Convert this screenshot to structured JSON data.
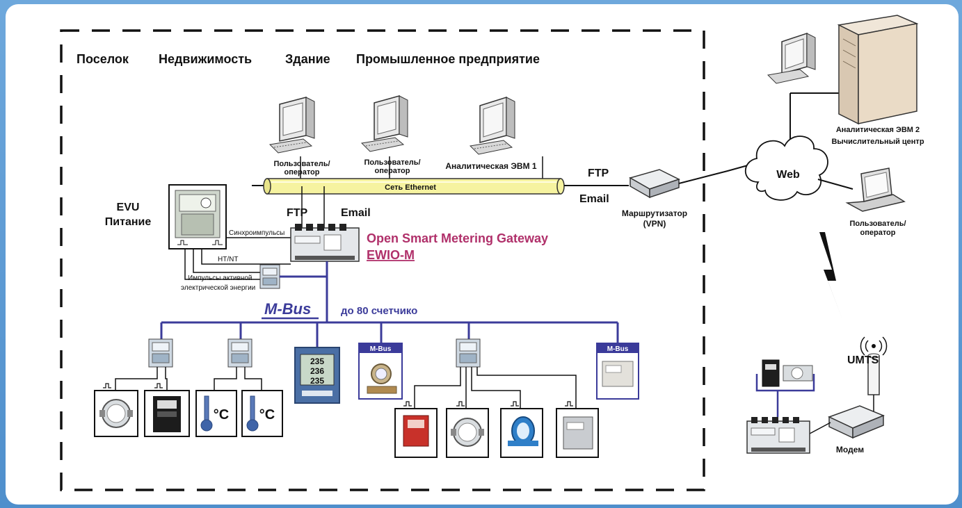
{
  "header": {
    "items": [
      "Поселок",
      "Недвижимость",
      "Здание",
      "Промышленное предприятие"
    ]
  },
  "evu": {
    "line1": "EVU",
    "line2": "Питание"
  },
  "workstations": [
    {
      "label_l1": "Пользователь/",
      "label_l2": "оператор"
    },
    {
      "label_l1": "Пользователь/",
      "label_l2": "оператор"
    },
    {
      "label": "Аналитическая ЭВМ 1"
    }
  ],
  "ethernet_label": "Сеть Ethernet",
  "gateway": {
    "ftp": "FTP",
    "email": "Email",
    "title": "Open Smart Metering Gateway",
    "model": "EWIO-M",
    "accent": "#b0306a"
  },
  "signals": {
    "sync": "Синхроимпульсы",
    "htnt": "HT/NT",
    "pulses_l1": "Импульсы активной",
    "pulses_l2": "электрической энергии"
  },
  "bus": {
    "logo": "M-Bus",
    "note": "до 80 счетчико",
    "color": "#3b3b9a",
    "tag": "M-Bus"
  },
  "meters": {
    "temp_unit": "°C",
    "lcd": [
      "235",
      "236",
      "235"
    ]
  },
  "router": {
    "ftp": "FTP",
    "email": "Email",
    "label_l1": "Маршрутизатор",
    "label_l2": "(VPN)"
  },
  "cloud": {
    "label": "Web"
  },
  "server": {
    "label_l1": "Аналитическая ЭВМ 2",
    "label_l2": "Вычислительный центр"
  },
  "laptop": {
    "label_l1": "Пользователь/",
    "label_l2": "оператор"
  },
  "umts": {
    "label": "UMTS"
  },
  "modem": {
    "label": "Модем"
  }
}
